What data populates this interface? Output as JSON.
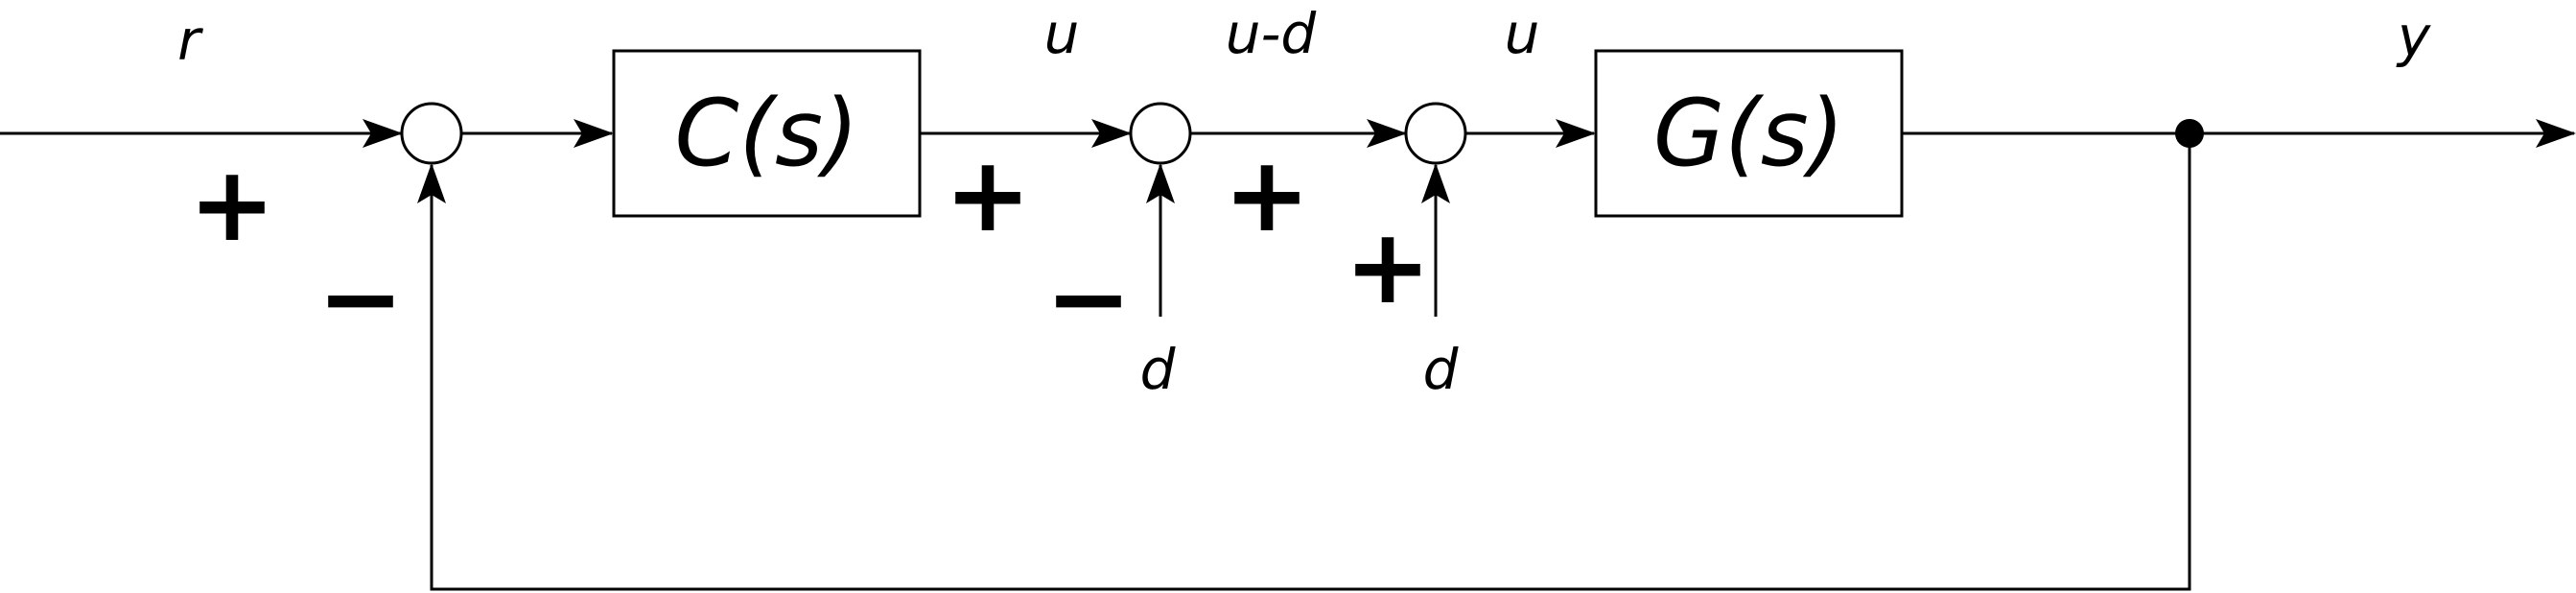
{
  "blocks": {
    "controller": "C(s)",
    "plant": "G(s)"
  },
  "signals": {
    "reference": "r",
    "control": "u",
    "control_minus_disturbance": "u-d",
    "restored_control": "u",
    "disturbance_subtract": "d",
    "disturbance_add": "d",
    "output": "y"
  },
  "signs": {
    "sum1_reference": "+",
    "sum1_feedback": "−",
    "sum2_control": "+",
    "sum2_disturbance": "−",
    "sum3_control": "+",
    "sum3_disturbance": "+"
  },
  "colors": {
    "ink": "#000000",
    "background": "#ffffff"
  }
}
